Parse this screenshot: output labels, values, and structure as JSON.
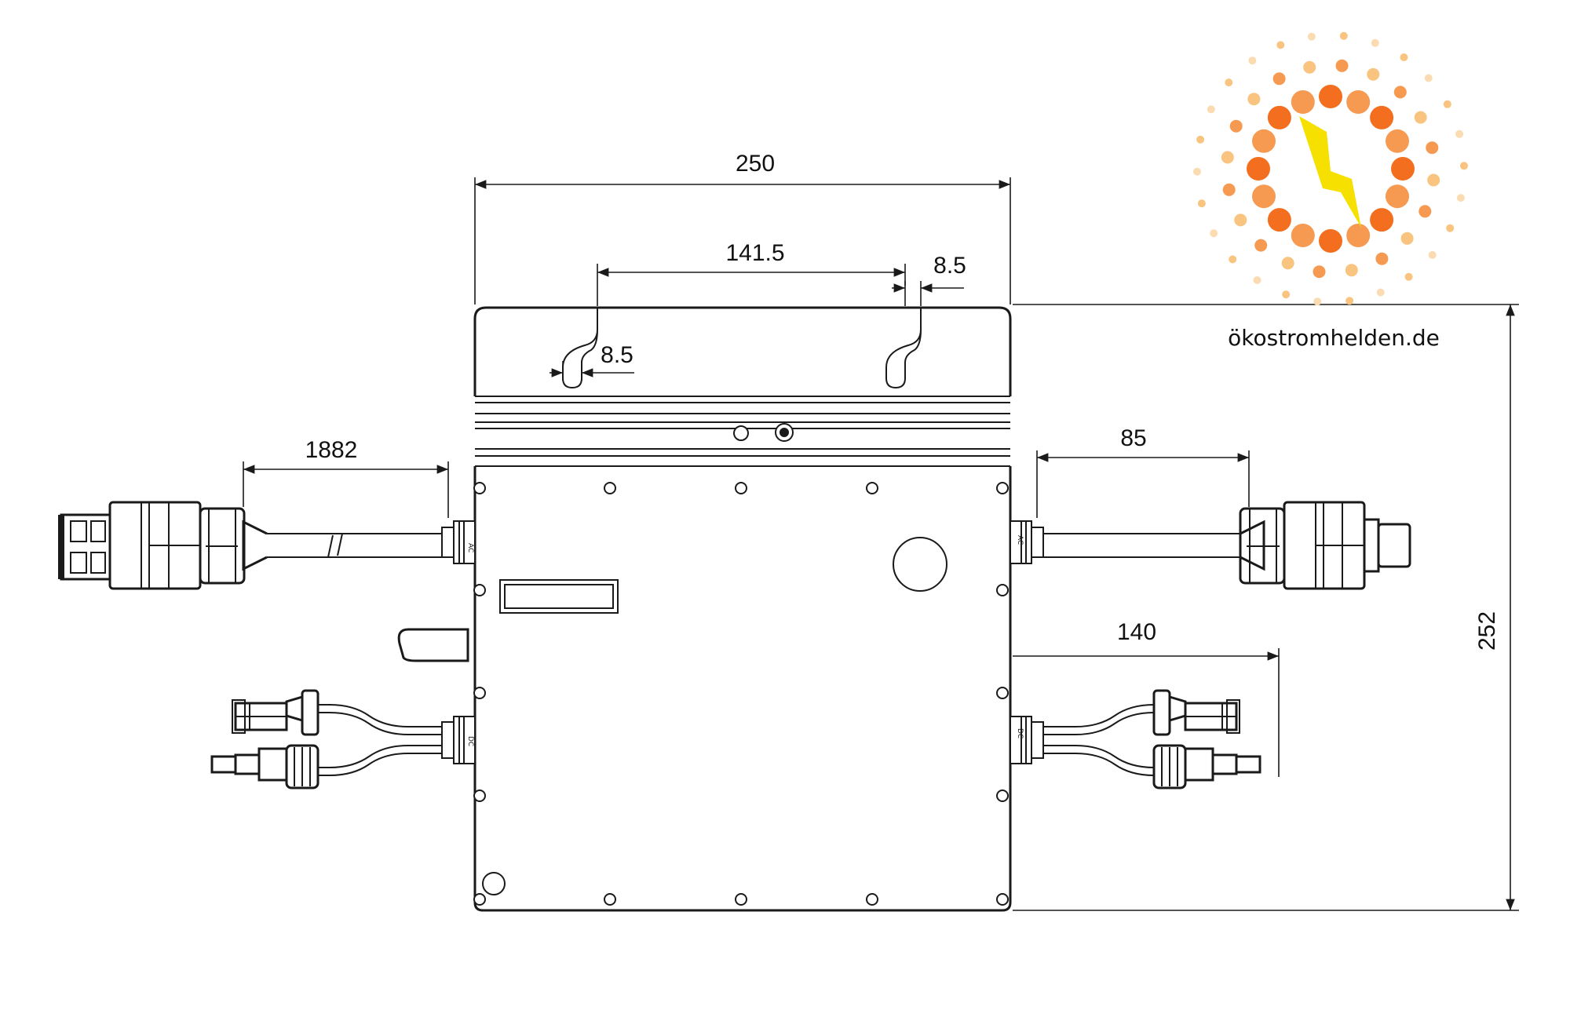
{
  "dimensions": {
    "width_total": "250",
    "hook_spacing": "141.5",
    "hook_width_right": "8.5",
    "hook_width_left": "8.5",
    "ac_cable_left": "1882",
    "ac_cable_right": "85",
    "dc_cable_right": "140",
    "height_total": "252"
  },
  "port_labels": {
    "ac_left": "AC",
    "ac_right": "AC",
    "dc_left": "DC",
    "dc_right": "DC"
  },
  "brand": {
    "name": "ökostromhelden.de",
    "colors": {
      "dark_dot": "#f36f1f",
      "mid_dot": "#f69a52",
      "light_dot": "#f9c47f",
      "pale_dot": "#fbdcb2",
      "bolt": "#f5e000"
    }
  }
}
